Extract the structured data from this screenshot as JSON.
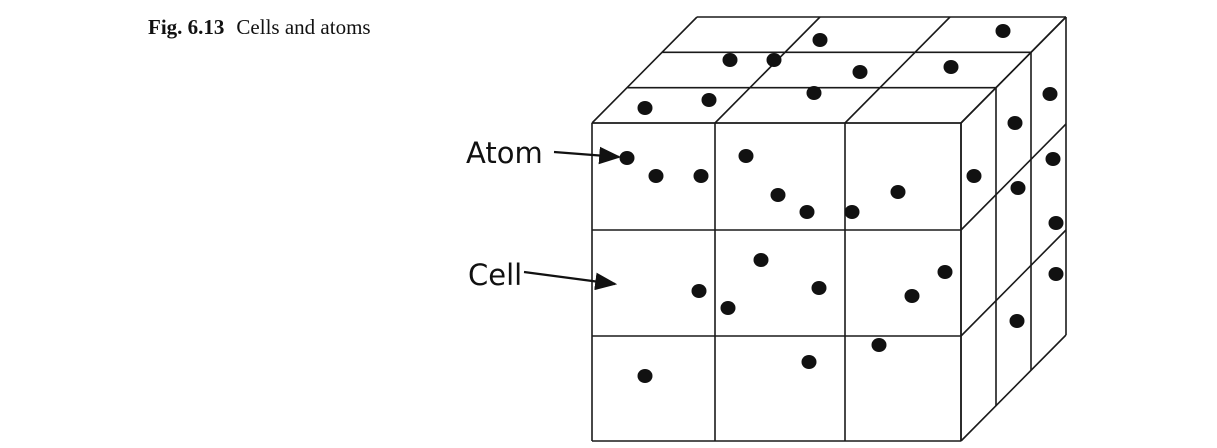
{
  "caption": {
    "number": "Fig. 6.13",
    "title": "Cells and atoms"
  },
  "labels": {
    "atom": "Atom",
    "cell": "Cell"
  },
  "colors": {
    "line": "#1a1a1a",
    "dot": "#111111"
  }
}
